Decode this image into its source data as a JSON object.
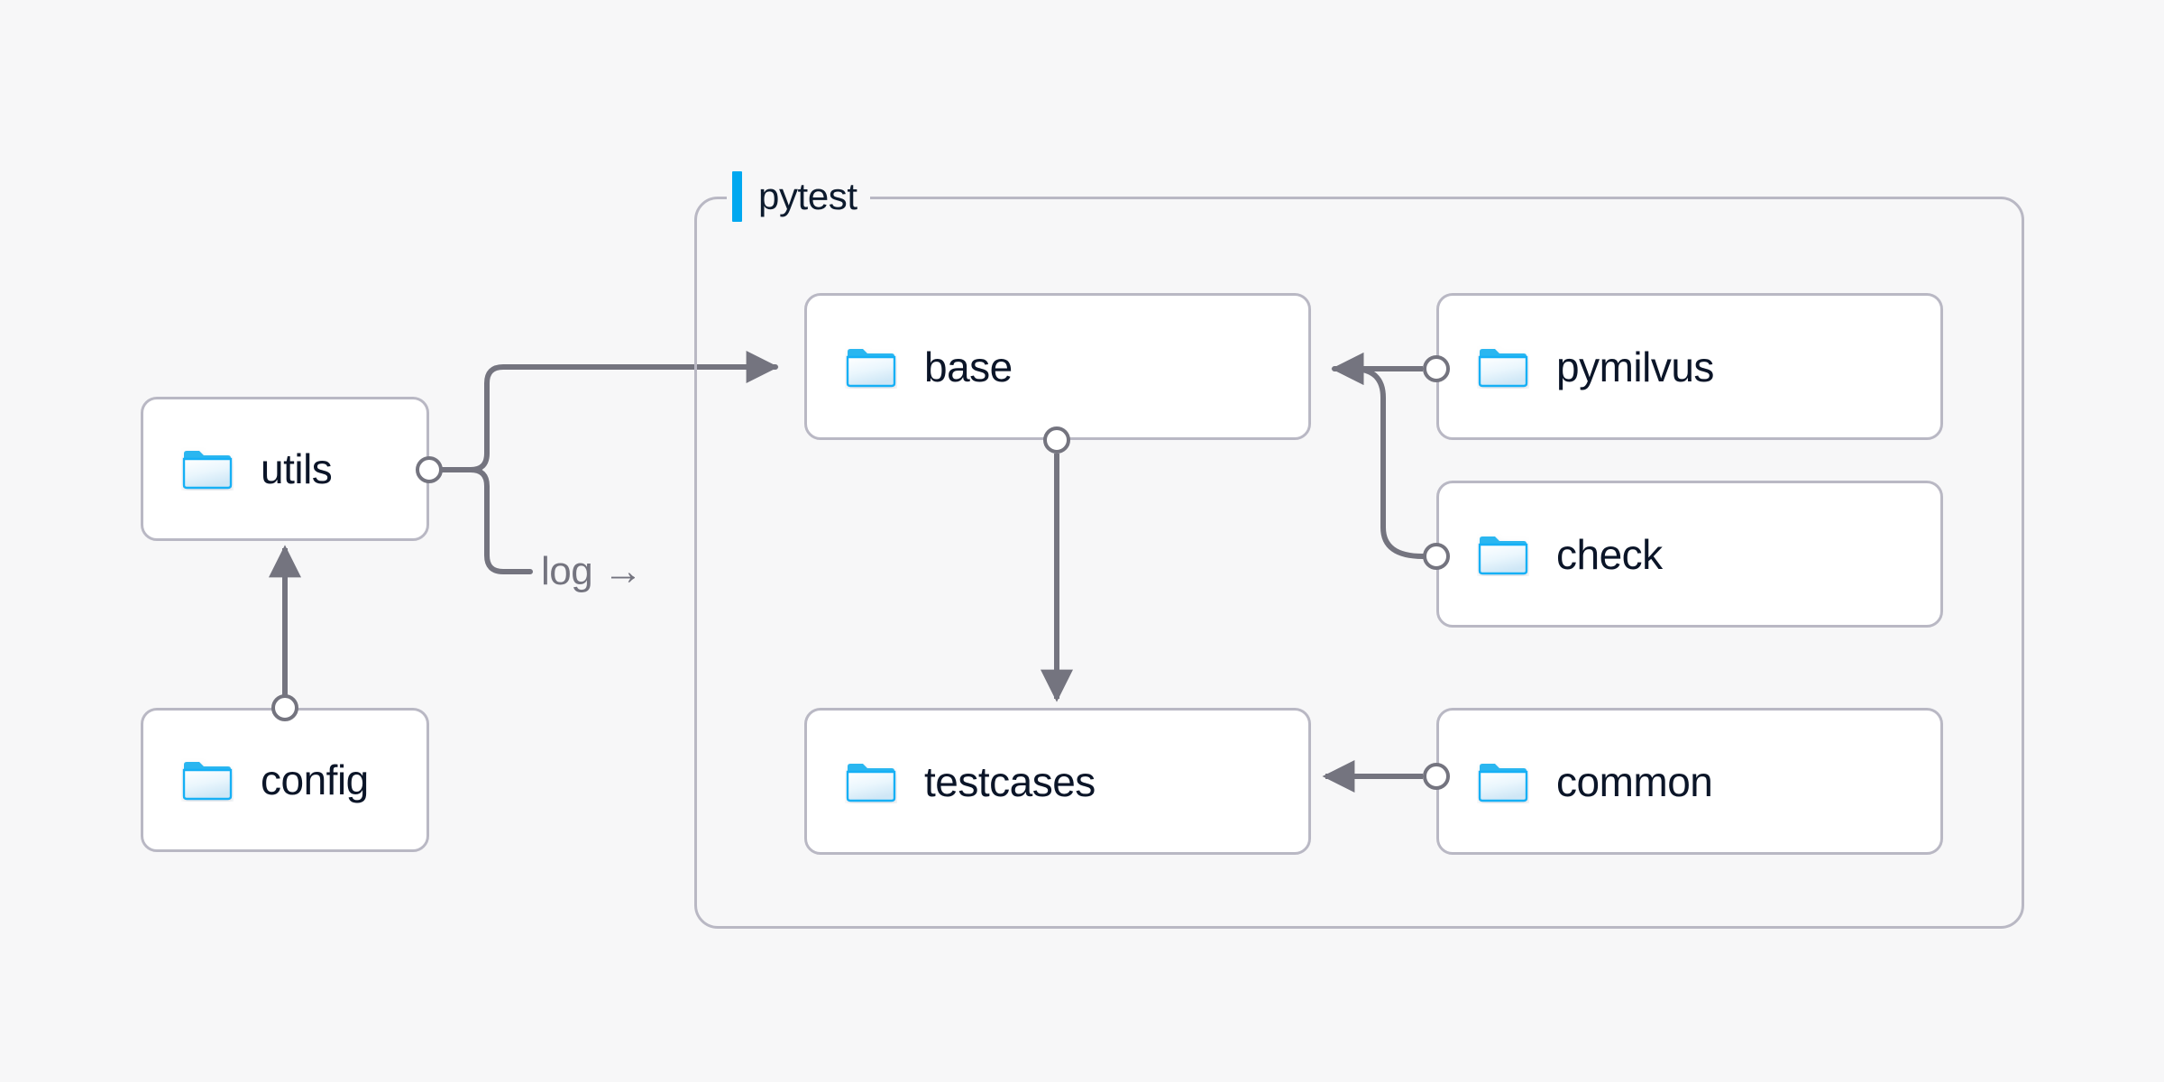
{
  "diagram": {
    "background_color": "#f7f7f8",
    "accent_color": "#00a8f0",
    "edge_color": "#74747f",
    "node_border_color": "#b9b8c4",
    "node_text_color": "#0b1528",
    "group": {
      "label": "pytest",
      "accent_name": "group-accent-bar"
    },
    "nodes": [
      {
        "id": "utils",
        "label": "utils",
        "icon": "folder-icon"
      },
      {
        "id": "config",
        "label": "config",
        "icon": "folder-icon"
      },
      {
        "id": "base",
        "label": "base",
        "icon": "folder-icon"
      },
      {
        "id": "testcases",
        "label": "testcases",
        "icon": "folder-icon"
      },
      {
        "id": "pymilvus",
        "label": "pymilvus",
        "icon": "folder-icon"
      },
      {
        "id": "check",
        "label": "check",
        "icon": "folder-icon"
      },
      {
        "id": "common",
        "label": "common",
        "icon": "folder-icon"
      }
    ],
    "edge_labels": [
      {
        "id": "log",
        "text": "log →"
      }
    ]
  }
}
